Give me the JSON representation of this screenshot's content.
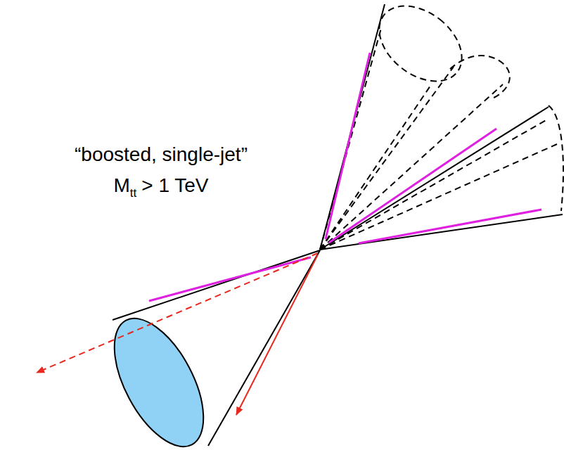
{
  "diagram": {
    "labels": [
      "“boosted, single-jet”",
      "M",
      "tt",
      "> 1 TeV"
    ]
  }
}
